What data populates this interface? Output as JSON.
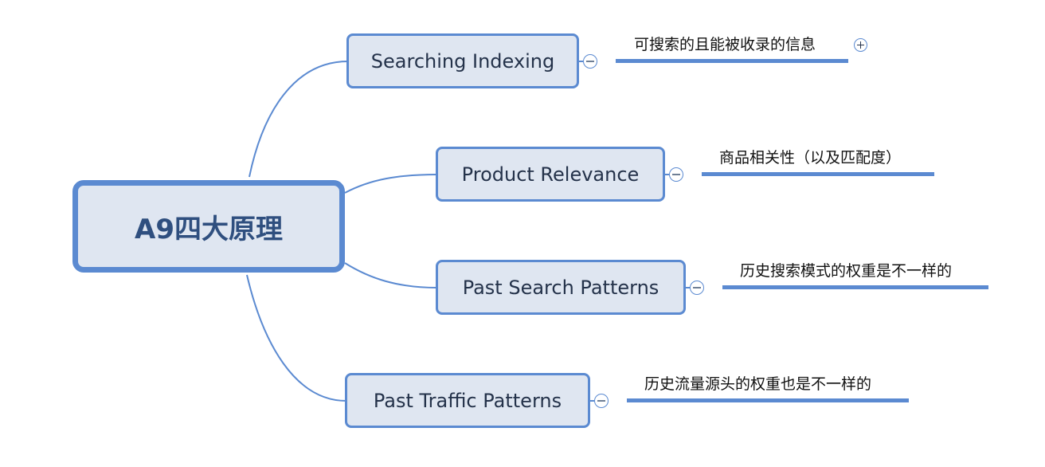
{
  "mindmap": {
    "root": {
      "label": "A9四大原理"
    },
    "branches": [
      {
        "label": "Searching Indexing",
        "note": "可搜索的且能被收录的信息",
        "has_hidden_children": true
      },
      {
        "label": "Product Relevance",
        "note": "商品相关性（以及匹配度）",
        "has_hidden_children": false
      },
      {
        "label": "Past Search Patterns",
        "note": "历史搜索模式的权重是不一样的",
        "has_hidden_children": false
      },
      {
        "label": "Past Traffic Patterns",
        "note": "历史流量源头的权重也是不一样的",
        "has_hidden_children": false
      }
    ],
    "colors": {
      "node_fill": "#dfe6f1",
      "border": "#5b8ad1",
      "root_text": "#2f4f7f",
      "branch_text": "#24324a"
    }
  }
}
